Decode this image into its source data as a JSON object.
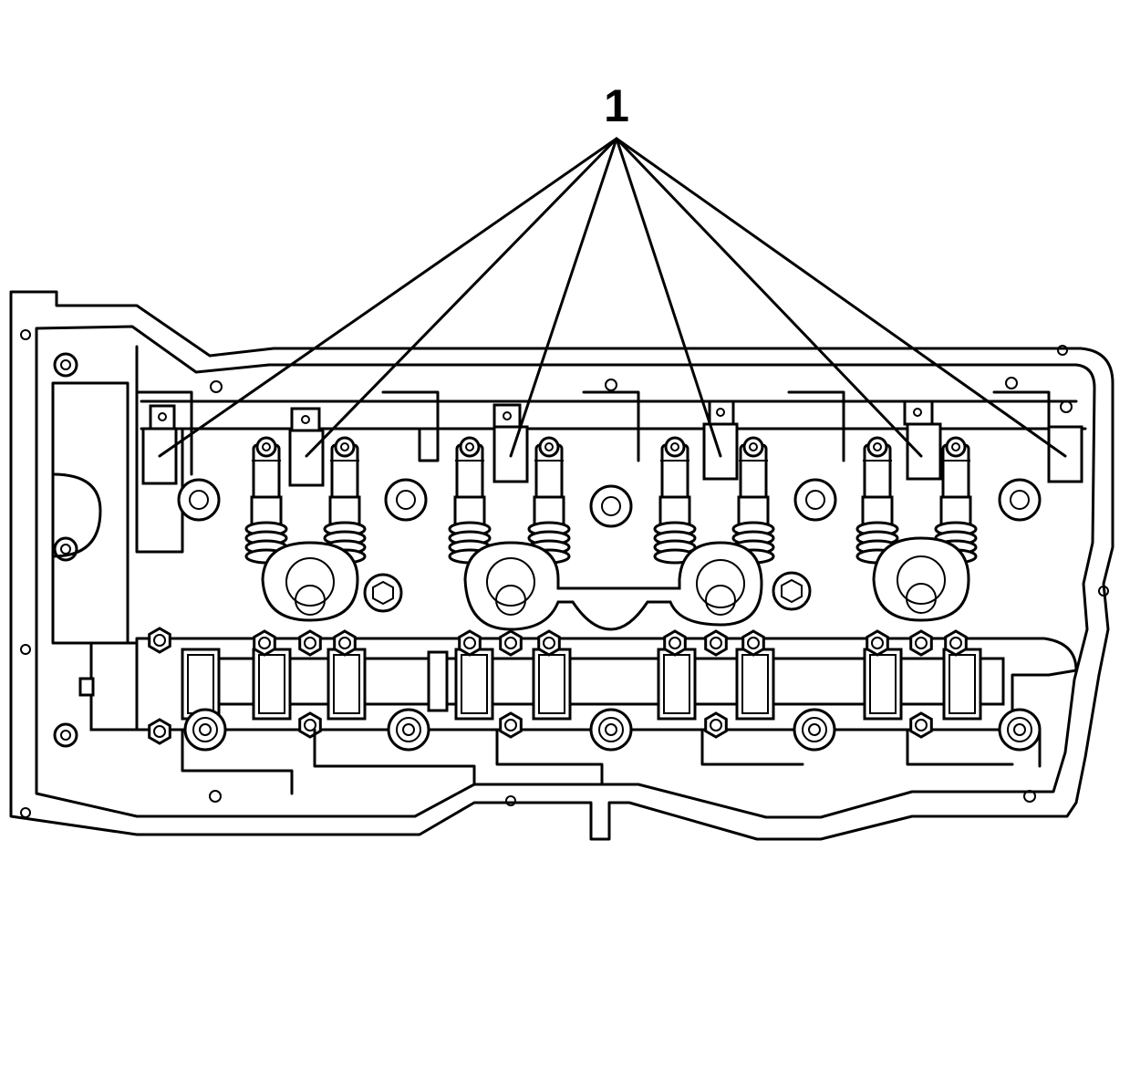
{
  "figure": {
    "callout": {
      "label": "1",
      "target_count": 6,
      "target_name": "ignition-coil-bolt-location"
    },
    "line_color": "#000000",
    "background_color": "#ffffff"
  }
}
